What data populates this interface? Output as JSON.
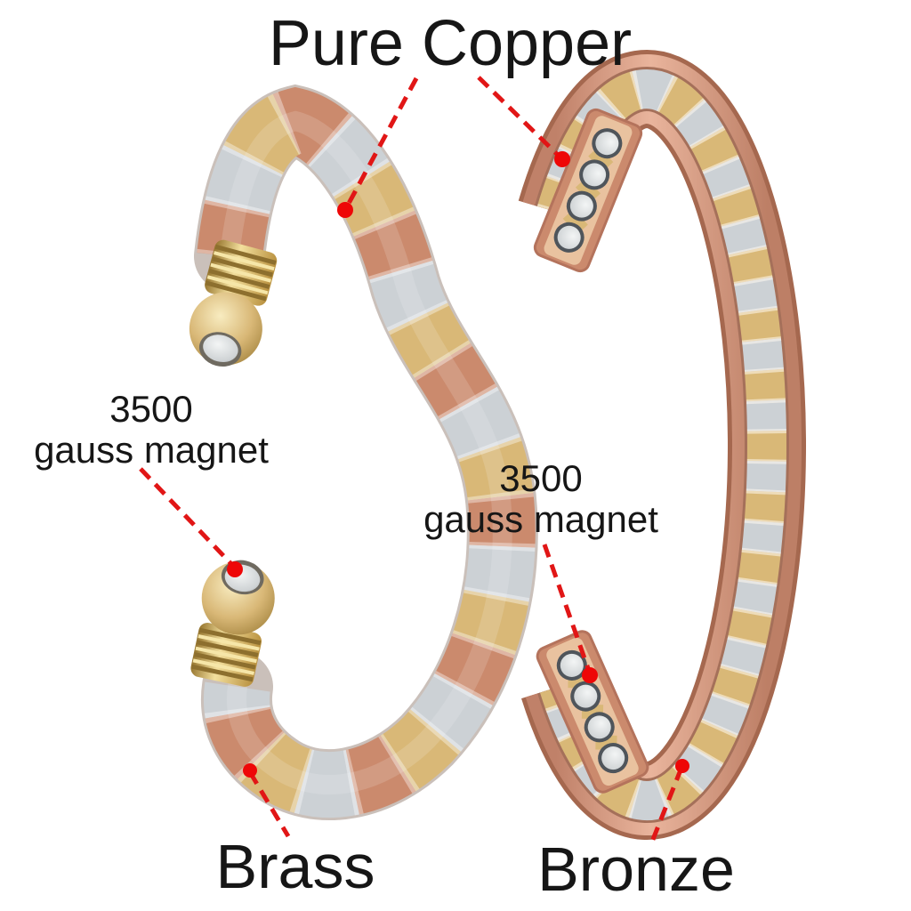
{
  "title": "Pure Copper",
  "annotations": {
    "magnet_left": {
      "line1": "3500",
      "line2": "gauss magnet"
    },
    "magnet_right": {
      "line1": "3500",
      "line2": "gauss magnet"
    },
    "material_left": "Brass",
    "material_right": "Bronze"
  },
  "colors": {
    "background": "#ffffff",
    "ink": "#161616",
    "accent_red": "#e11616",
    "dot_red": "#ee0707",
    "copper": "#cb8a6d",
    "copper_light": "#ecbaa2",
    "copper_dark": "#a5684f",
    "silver": "#ccd1d5",
    "silver_dark": "#8f959a",
    "gold": "#d9b877",
    "gold_dark": "#8d6f2e",
    "brass": "#c9a24b"
  }
}
